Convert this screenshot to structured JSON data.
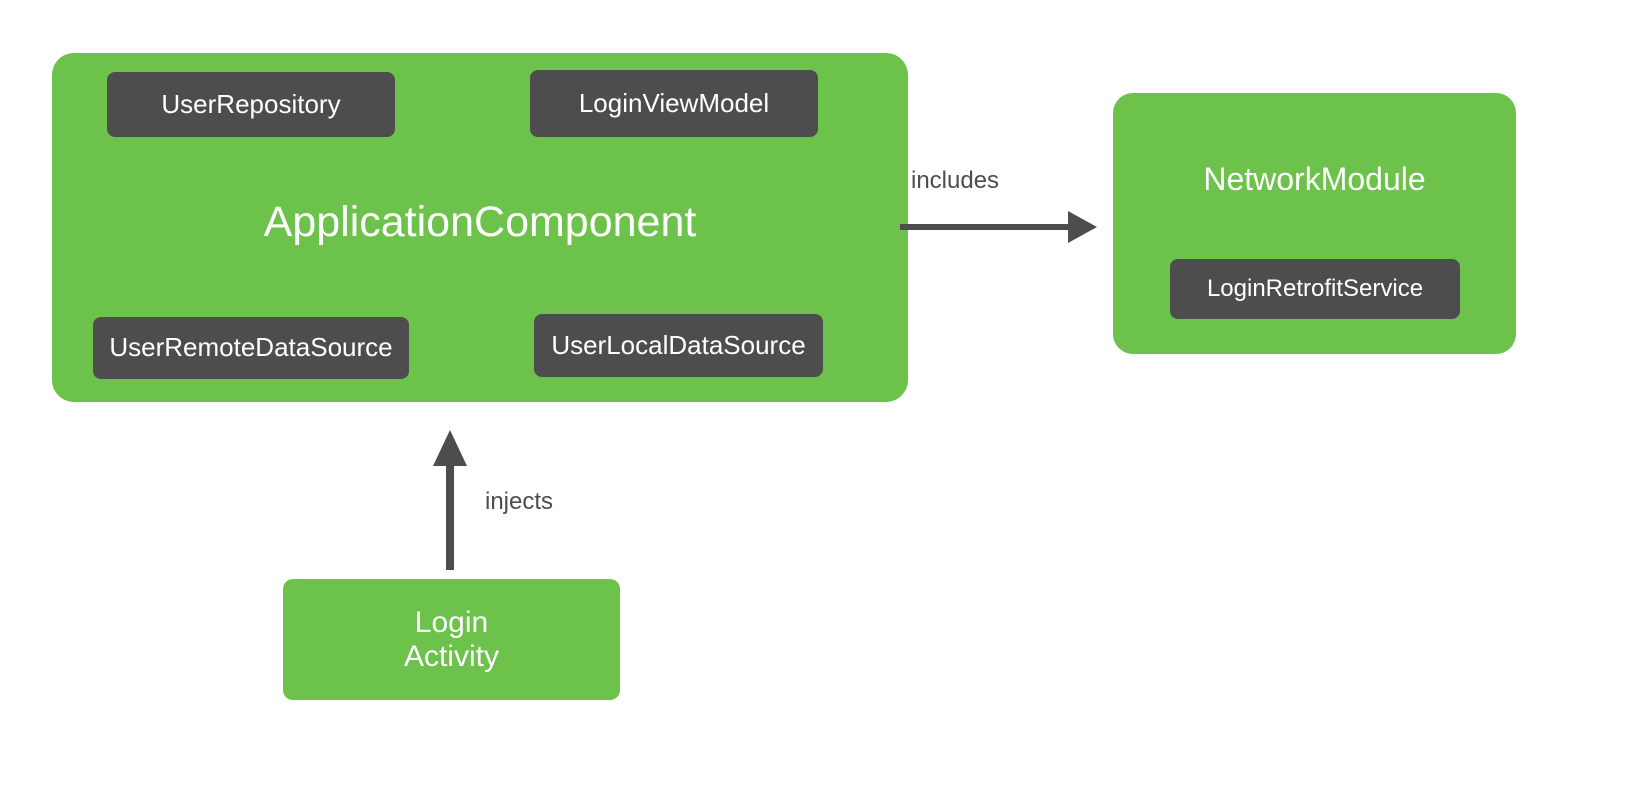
{
  "diagram": {
    "type": "dependency-injection-component-diagram",
    "colors": {
      "green": "#6cc24a",
      "dark": "#4d4d4d",
      "arrow": "#4d4d4d",
      "text_on_green": "#ffffff",
      "text_on_dark": "#ffffff",
      "background": "#ffffff"
    },
    "nodes": {
      "application_component": {
        "title": "ApplicationComponent",
        "children": [
          {
            "label": "UserRepository"
          },
          {
            "label": "LoginViewModel"
          },
          {
            "label": "UserRemoteDataSource"
          },
          {
            "label": "UserLocalDataSource"
          }
        ]
      },
      "network_module": {
        "title": "NetworkModule",
        "children": [
          {
            "label": "LoginRetrofitService"
          }
        ]
      },
      "login_activity": {
        "line1": "Login",
        "line2": "Activity"
      }
    },
    "edges": [
      {
        "label": "includes",
        "from": "ApplicationComponent",
        "to": "NetworkModule",
        "direction": "right"
      },
      {
        "label": "injects",
        "from": "LoginActivity",
        "to": "ApplicationComponent",
        "direction": "up"
      }
    ]
  }
}
